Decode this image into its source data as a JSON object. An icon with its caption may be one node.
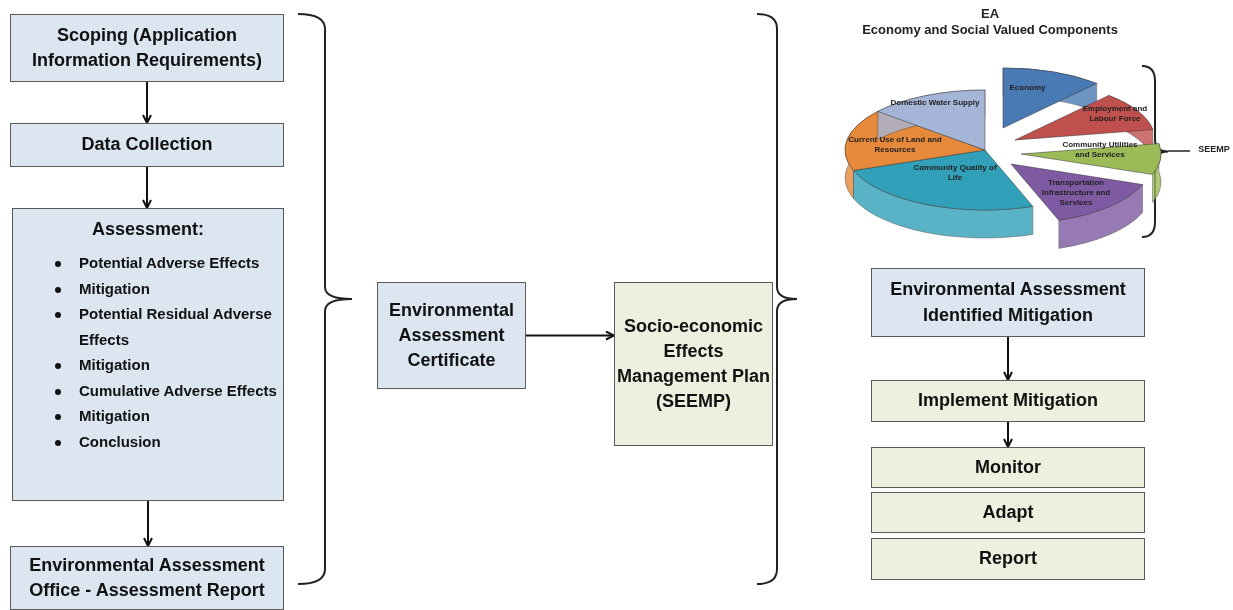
{
  "diagram": {
    "nodes": [
      {
        "text": [
          "Scoping (Application Information Requirements)"
        ]
      },
      {
        "text": [
          "Data Collection"
        ]
      },
      {
        "text": [
          "Assessment:",
          "Potential Adverse Effects",
          "Mitigation",
          "Potential Residual Adverse Effects",
          "Mitigation",
          "Cumulative Adverse Effects",
          "Mitigation",
          "Conclusion"
        ]
      },
      {
        "text": [
          "Environmental Assessment Office - Assessment Report"
        ]
      },
      {
        "text": [
          "Environmental Assessment Certificate"
        ]
      },
      {
        "text": [
          "Socio-economic Effects Management Plan (SEEMP)"
        ]
      },
      {
        "text": [
          "Environmental Assessment Identified Mitigation"
        ]
      },
      {
        "text": [
          "Implement Mitigation"
        ]
      },
      {
        "text": [
          "Monitor"
        ]
      },
      {
        "text": [
          "Adapt"
        ]
      },
      {
        "text": [
          "Report"
        ]
      }
    ],
    "edges": [
      {
        "from": 0,
        "to": 1,
        "arrow": "to"
      },
      {
        "from": 1,
        "to": 2,
        "arrow": "to"
      },
      {
        "from": 2,
        "to": 3,
        "arrow": "to"
      },
      {
        "from": 4,
        "to": 5,
        "arrow": "to"
      },
      {
        "from": 6,
        "to": 7,
        "arrow": "to"
      },
      {
        "from": 7,
        "to": 8,
        "arrow": "to"
      }
    ],
    "labels": [
      "EA",
      "Economy and Social Valued Components",
      "Economy",
      "Employment and Labour Force",
      "Community Utilities and Services",
      "Transportation Infrastructure and Services",
      "Community Quality of Life",
      "Current Use of Land and Resources",
      "Domestic Water Supply",
      "SEEMP"
    ]
  }
}
